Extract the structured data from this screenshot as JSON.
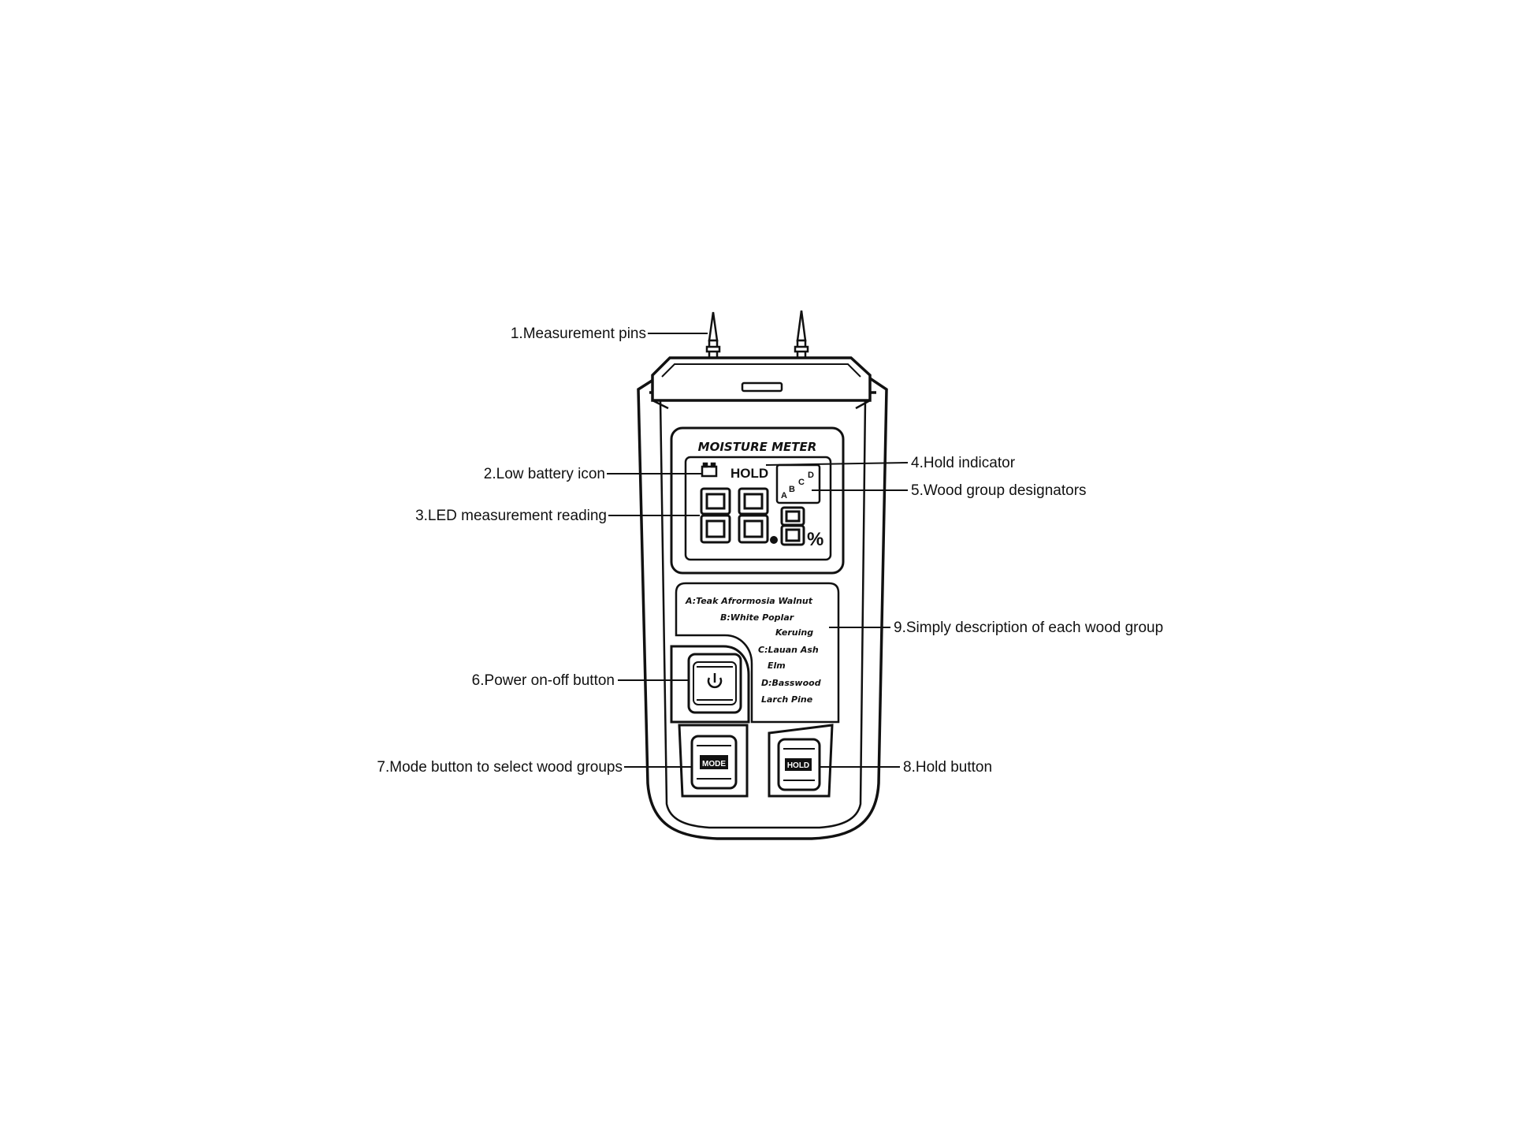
{
  "callouts": {
    "c1": "1.Measurement pins",
    "c2": "2.Low battery icon",
    "c3": "3.LED measurement reading",
    "c4": "4.Hold indicator",
    "c5": "5.Wood group designators",
    "c6": "6.Power on-off button",
    "c7": "7.Mode button to select wood groups",
    "c8": "8.Hold button",
    "c9": "9.Simply description of each wood group"
  },
  "device": {
    "brand_label": "MOISTURE METER",
    "hold_text": "HOLD",
    "group_letters": [
      "A",
      "B",
      "C",
      "D"
    ],
    "percent": "%",
    "wood_lines": [
      "A:Teak Afrormosia Walnut",
      "B:White Poplar",
      "Keruing",
      "C:Lauan Ash",
      "Elm",
      "D:Basswood",
      "Larch Pine"
    ],
    "mode_button_label": "MODE",
    "hold_button_label": "HOLD"
  }
}
